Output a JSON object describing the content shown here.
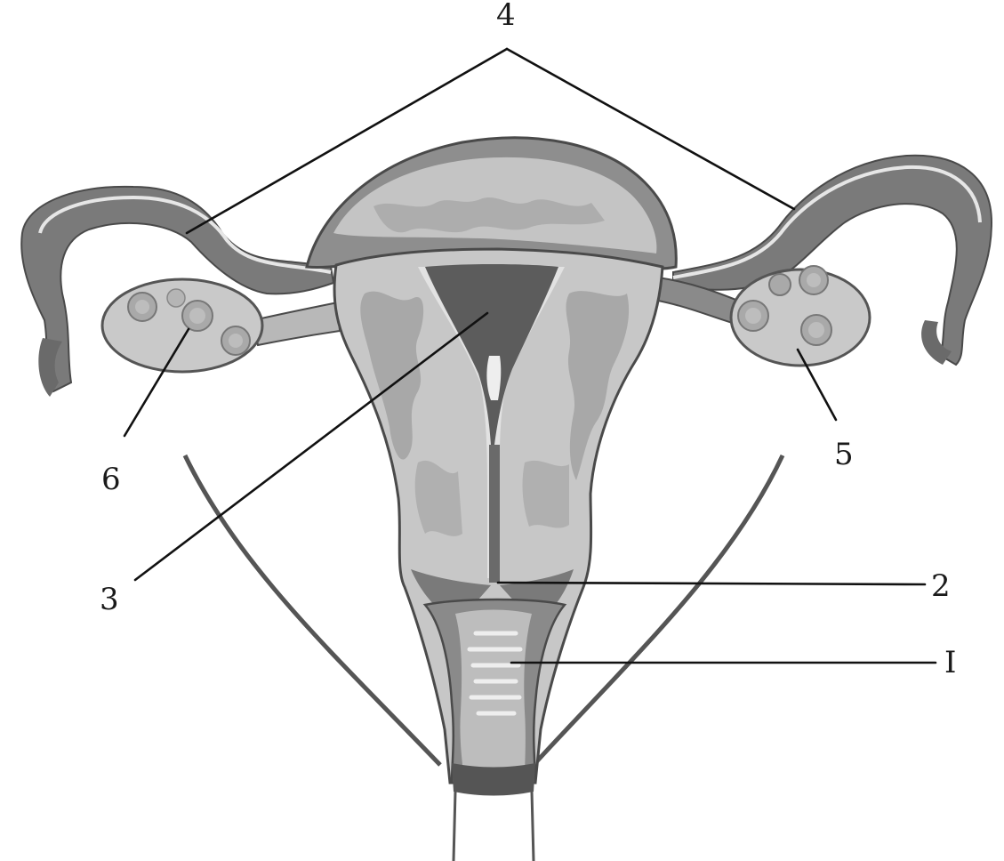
{
  "labels": {
    "l1": "I",
    "l2": "2",
    "l3": "3",
    "l4": "4",
    "l5": "5",
    "l6": "6"
  },
  "colors": {
    "outer_wall": "#6f6f6f",
    "wall_mid": "#8c8c8c",
    "light_tissue": "#c6c6c6",
    "pale_tissue": "#d9d9d9",
    "cavity": "#5c5c5c",
    "outline": "#4a4a4a",
    "highlight": "#eeeeee",
    "follicle": "#a9a9a9"
  }
}
